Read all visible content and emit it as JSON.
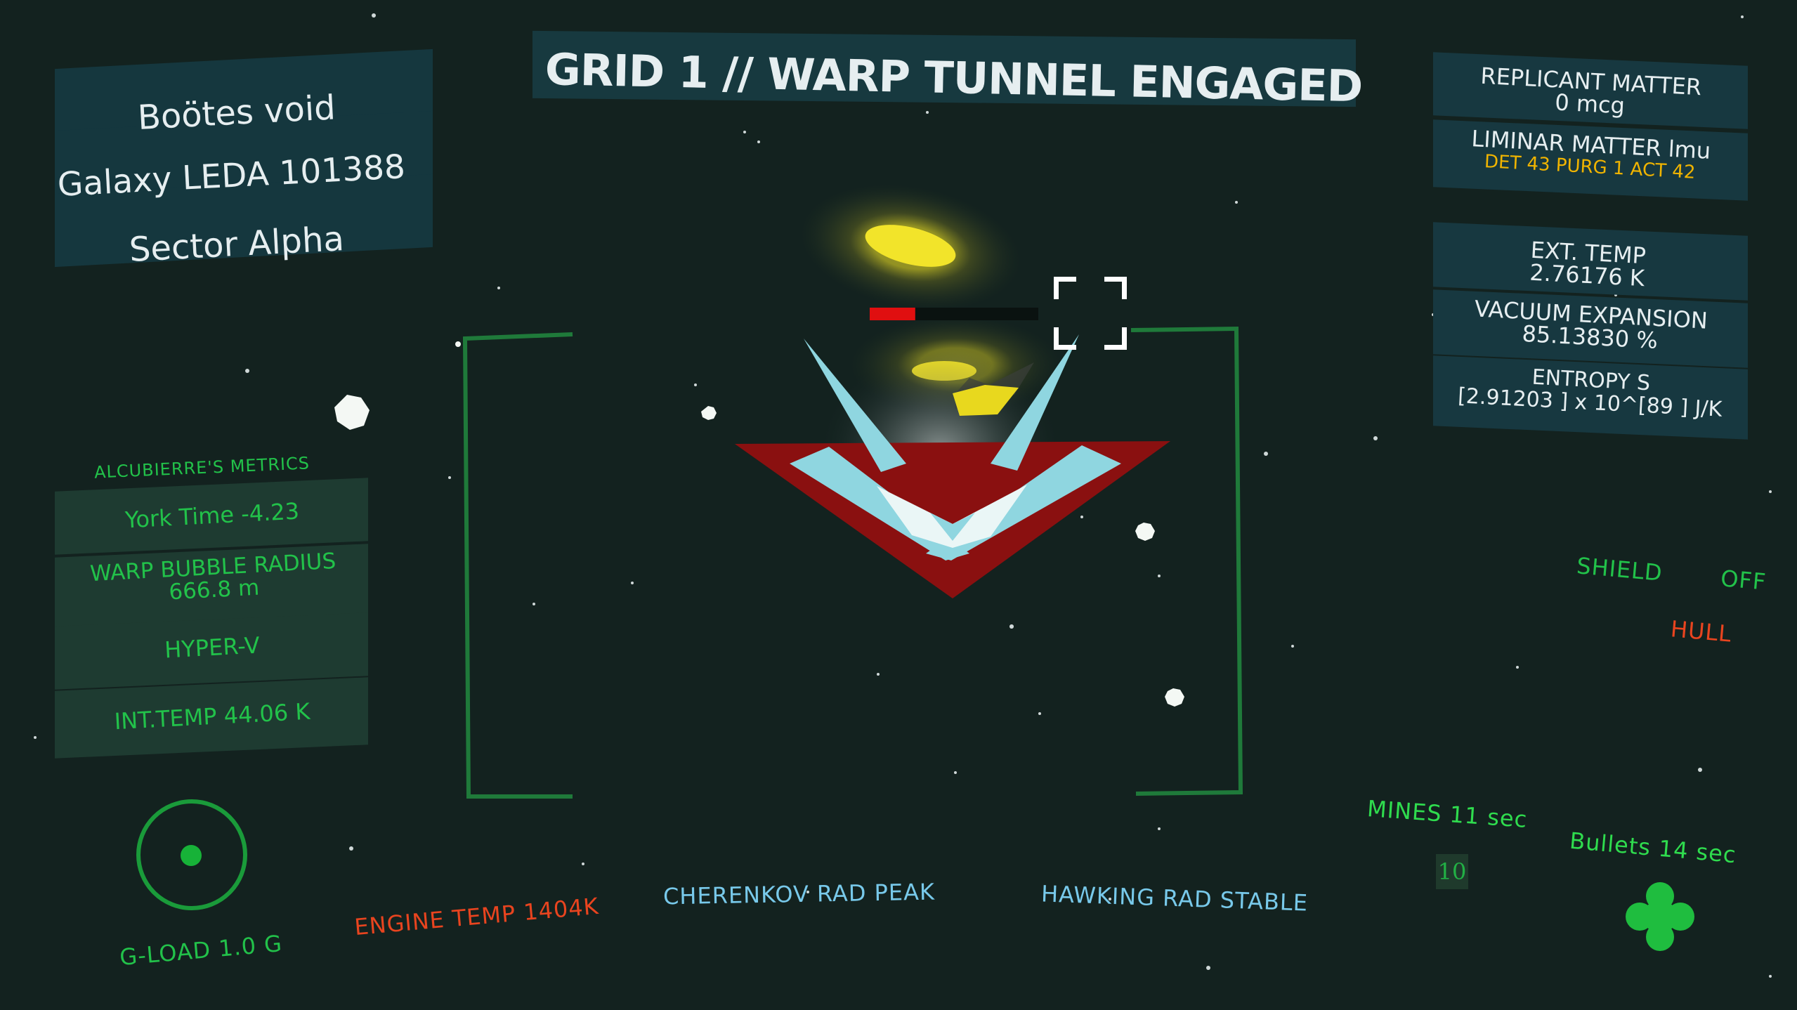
{
  "hud": {
    "title": "GRID 1 // WARP TUNNEL ENGAGED",
    "location": {
      "void": "Boötes void",
      "galaxy": "Galaxy LEDA 101388",
      "sector": "Sector Alpha"
    },
    "matter": {
      "replicant_label": "REPLICANT MATTER",
      "replicant_value": "0 mcg",
      "liminar_label": "LIMINAR MATTER lmu",
      "liminar_stats": "DET 43  PURG 1  ACT 42"
    },
    "environment": {
      "ext_temp_label": "EXT. TEMP",
      "ext_temp_value": "2.76176 K",
      "vacuum_label": "VACUUM EXPANSION",
      "vacuum_value": "85.13830 %",
      "entropy_label": "ENTROPY S",
      "entropy_value": "[2.91203 ] x 10^[89 ] J/K"
    },
    "alcubierre": {
      "heading": "ALCUBIERRE'S METRICS",
      "york_time": "York Time   -4.23",
      "bubble_label": "WARP BUBBLE RADIUS",
      "bubble_value": "666.8 m",
      "hyper": "HYPER-V",
      "int_temp": "INT.TEMP    44.06 K"
    },
    "status": {
      "shield_label": "SHIELD",
      "shield_value": "OFF",
      "hull": "HULL",
      "mines": "MINES 11 sec",
      "mines_count": "10",
      "bullets": "Bullets  14 sec"
    },
    "bottom": {
      "g_load": "G-LOAD    1.0 G",
      "engine_temp": "ENGINE TEMP  1404K",
      "cherenkov": "CHERENKOV RAD  PEAK",
      "hawking": "HAWKING RAD  STABLE"
    },
    "target_health": 0.27
  },
  "colors": {
    "background": "#13221f",
    "panel_blue": "#15373e",
    "panel_green": "#1e3b31",
    "hud_green": "#22c24a",
    "hud_red": "#e8441f",
    "hud_blue": "#78c9ea",
    "hud_amber": "#f0b400",
    "ship_red": "#8a1010",
    "ship_cyan": "#8fd6e0"
  },
  "icons": {
    "reticle": "target-reticle-icon",
    "gload": "g-load-gauge-icon",
    "bullets": "clover-ammo-icon"
  }
}
